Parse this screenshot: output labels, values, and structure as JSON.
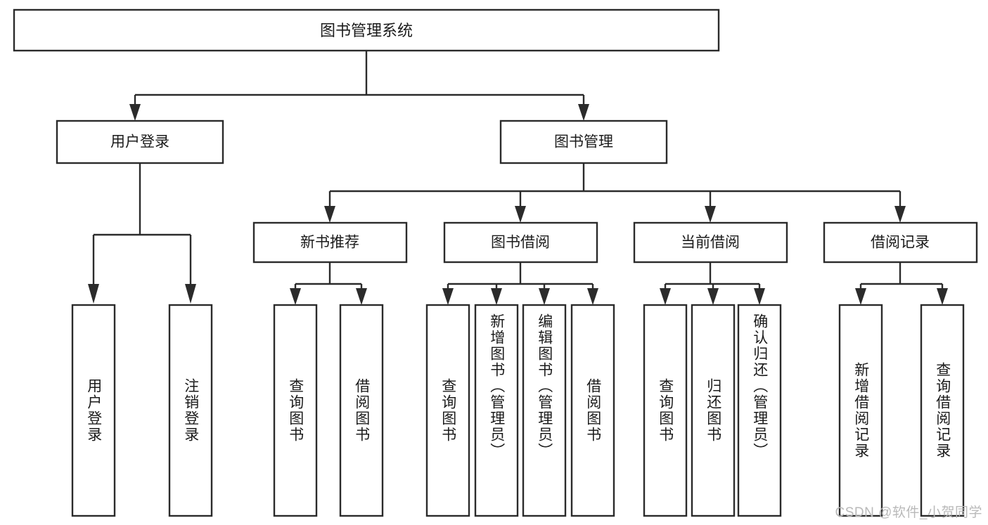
{
  "diagram": {
    "type": "tree",
    "title": "图书管理系统",
    "root": {
      "id": "root",
      "label": "图书管理系统",
      "orientation": "horizontal"
    },
    "level2": [
      {
        "id": "user-login",
        "label": "用户登录",
        "orientation": "horizontal"
      },
      {
        "id": "book-management",
        "label": "图书管理",
        "orientation": "horizontal"
      }
    ],
    "level3": [
      {
        "id": "new-book-recommend",
        "label": "新书推荐",
        "orientation": "horizontal",
        "parent": "book-management"
      },
      {
        "id": "book-borrow",
        "label": "图书借阅",
        "orientation": "horizontal",
        "parent": "book-management"
      },
      {
        "id": "current-borrow",
        "label": "当前借阅",
        "orientation": "horizontal",
        "parent": "book-management"
      },
      {
        "id": "borrow-record",
        "label": "借阅记录",
        "orientation": "horizontal",
        "parent": "book-management"
      }
    ],
    "leaves": [
      {
        "id": "leaf-user-login",
        "label": "用户登录",
        "orientation": "vertical",
        "parent": "user-login"
      },
      {
        "id": "leaf-logout-login",
        "label": "注销登录",
        "orientation": "vertical",
        "parent": "user-login"
      },
      {
        "id": "leaf-query-book-1",
        "label": "查询图书",
        "orientation": "vertical",
        "parent": "new-book-recommend"
      },
      {
        "id": "leaf-borrow-book-1",
        "label": "借阅图书",
        "orientation": "vertical",
        "parent": "new-book-recommend"
      },
      {
        "id": "leaf-query-book-2",
        "label": "查询图书",
        "orientation": "vertical",
        "parent": "book-borrow"
      },
      {
        "id": "leaf-add-book",
        "label": "新增图书（管理员）",
        "orientation": "vertical",
        "parent": "book-borrow"
      },
      {
        "id": "leaf-edit-book",
        "label": "编辑图书（管理员）",
        "orientation": "vertical",
        "parent": "book-borrow"
      },
      {
        "id": "leaf-borrow-book-2",
        "label": "借阅图书",
        "orientation": "vertical",
        "parent": "book-borrow"
      },
      {
        "id": "leaf-query-book-3",
        "label": "查询图书",
        "orientation": "vertical",
        "parent": "current-borrow"
      },
      {
        "id": "leaf-return-book",
        "label": "归还图书",
        "orientation": "vertical",
        "parent": "current-borrow"
      },
      {
        "id": "leaf-confirm-return",
        "label": "确认归还（管理员）",
        "orientation": "vertical",
        "parent": "current-borrow"
      },
      {
        "id": "leaf-add-record",
        "label": "新增借阅记录",
        "orientation": "vertical",
        "parent": "borrow-record"
      },
      {
        "id": "leaf-query-record",
        "label": "查询借阅记录",
        "orientation": "vertical",
        "parent": "borrow-record"
      }
    ],
    "colors": {
      "stroke": "#2b2b2b",
      "fill": "#ffffff",
      "text": "#1b1b1b",
      "watermark": "#b9b9b9"
    }
  },
  "watermark": {
    "text": "CSDN @软件_小贺同学"
  }
}
